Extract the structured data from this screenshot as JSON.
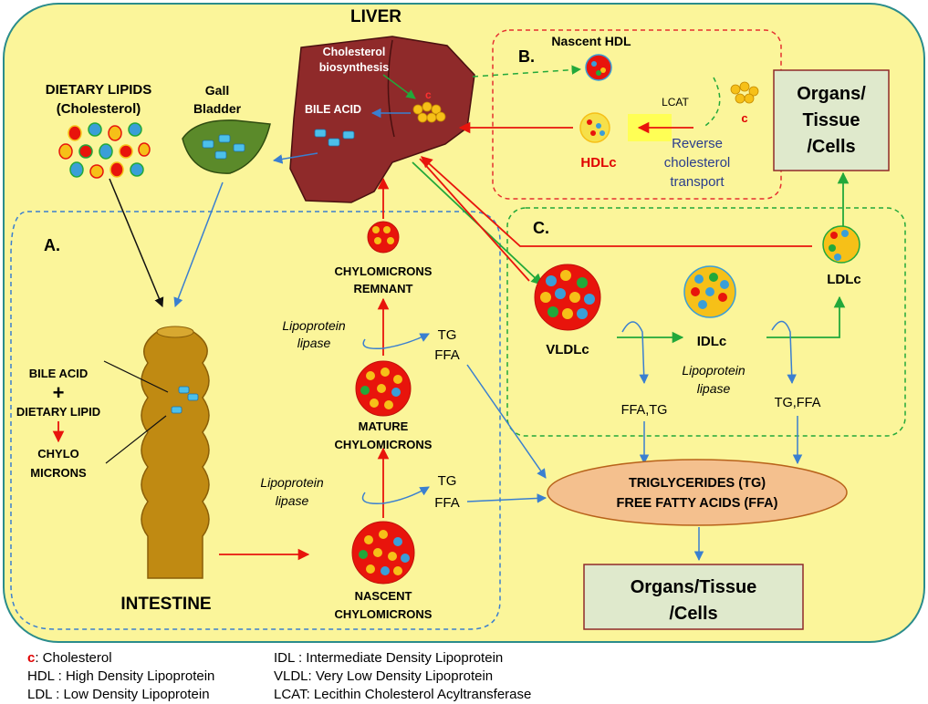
{
  "title": "LIVER",
  "liver": {
    "biosynthesis_line1": "Cholesterol",
    "biosynthesis_line2": "biosynthesis",
    "bile_acid": "BILE ACID",
    "c_label": "c"
  },
  "dietary": {
    "line1": "DIETARY LIPIDS",
    "line2": "(Cholesterol)"
  },
  "gall": {
    "line1": "Gall",
    "line2": "Bladder"
  },
  "section_b": {
    "letter": "B.",
    "nascent_hdl": "Nascent HDL",
    "lcat": "LCAT",
    "c_label": "c",
    "hdlc": "HDLc",
    "rct_line1": "Reverse",
    "rct_line2": "cholesterol",
    "rct_line3": "transport"
  },
  "organs_top": {
    "line1": "Organs/",
    "line2": "Tissue",
    "line3": "/Cells"
  },
  "section_a": {
    "letter": "A.",
    "remnant_line1": "CHYLOMICRONS",
    "remnant_line2": "REMNANT",
    "lipase1_line1": "Lipoprotein",
    "lipase1_line2": "lipase",
    "tg1": "TG",
    "ffa1": "FFA",
    "mature_line1": "MATURE",
    "mature_line2": "CHYLOMICRONS",
    "lipase2_line1": "Lipoprotein",
    "lipase2_line2": "lipase",
    "tg2": "TG",
    "ffa2": "FFA",
    "nascent_line1": "NASCENT",
    "nascent_line2": "CHYLOMICRONS",
    "bile_line1": "BILE ACID",
    "plus": "+",
    "bile_line2": "DIETARY LIPID",
    "chylo_line1": "CHYLO",
    "chylo_line2": "MICRONS",
    "intestine": "INTESTINE"
  },
  "section_c": {
    "letter": "C.",
    "vldlc": "VLDLc",
    "idlc": "IDLc",
    "ldlc": "LDLc",
    "lipase_line1": "Lipoprotein",
    "lipase_line2": "lipase",
    "ffa_tg": "FFA,TG",
    "tg_ffa": "TG,FFA"
  },
  "tg_box": {
    "line1": "TRIGLYCERIDES (TG)",
    "line2": "FREE  FATTY ACIDS (FFA)"
  },
  "organs_bottom": {
    "line1": "Organs/Tissue",
    "line2": "/Cells"
  },
  "legend": {
    "c_key": "c",
    "c_text": ": Cholesterol",
    "hdl": "HDL : High Density Lipoprotein",
    "ldl": "LDL : Low Density Lipoprotein",
    "idl": "IDL : Intermediate Density Lipoprotein",
    "vldl": "VLDL: Very Low Density Lipoprotein",
    "lcat": "LCAT: Lecithin Cholesterol Acyltransferase"
  },
  "colors": {
    "panel": "#fbf59a",
    "liver": "#8f2a2a",
    "red_arrow": "#e8140c",
    "blue_arrow": "#3a7fd0",
    "green_arrow": "#22a83a",
    "tg_ellipse": "#f4c08e",
    "organ_box": "#dfe9cc"
  }
}
